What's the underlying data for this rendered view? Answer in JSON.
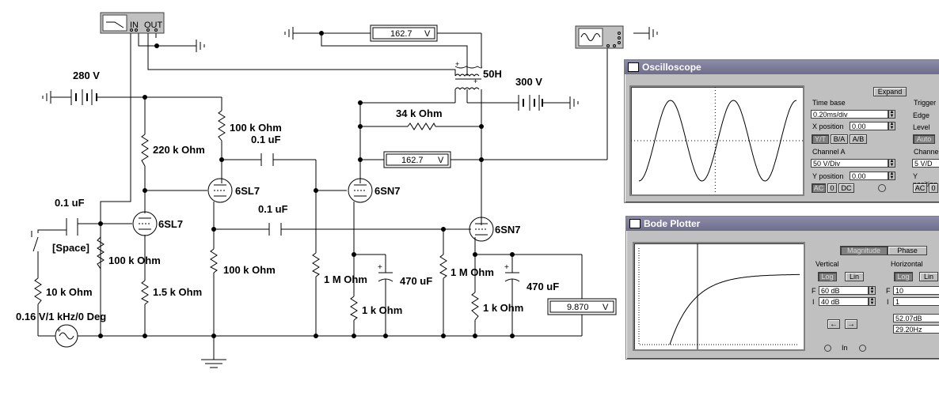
{
  "circuit": {
    "labels": {
      "v280": "280 V",
      "v300": "300 V",
      "r_220k": "220 k Ohm",
      "r_100k_a": "100 k Ohm",
      "c_01_a": "0.1 uF",
      "c_01_b": "0.1 uF",
      "c_01_c": "0.1 uF",
      "r_34k": "34 k Ohm",
      "inductor": "50H",
      "tube1": "6SL7",
      "tube2": "6SL7",
      "tube3": "6SN7",
      "tube4": "6SN7",
      "r_100k_b": "100 k Ohm",
      "r_100k_c": "100 k Ohm",
      "r_1k5": "1.5 k Ohm",
      "r_10k": "10 k Ohm",
      "source": "0.16 V/1 kHz/0 Deg",
      "switch_key": "[Space]",
      "r_1M_a": "1 M Ohm",
      "r_1M_b": "1 M Ohm",
      "r_1k_a": "1 k Ohm",
      "r_1k_b": "1 k Ohm",
      "c_470_a": "470 uF",
      "c_470_b": "470 uF"
    },
    "meters": {
      "top": "162.7",
      "mid": "162.7",
      "out": "9.870",
      "unit": "V"
    },
    "bode_instrument": {
      "in": "IN",
      "out": "OUT"
    }
  },
  "oscilloscope": {
    "title": "Oscilloscope",
    "expand": "Expand",
    "timebase": {
      "title": "Time base",
      "value": "0.20ms/div",
      "xpos_label": "X position",
      "xpos_value": "0.00",
      "modes": [
        "Y/T",
        "B/A",
        "A/B"
      ]
    },
    "trigger": {
      "title": "Trigger",
      "edge": "Edge",
      "level": "Level",
      "auto": "Auto"
    },
    "channel_a": {
      "title": "Channel A",
      "value": "50 V/Div",
      "ypos_label": "Y position",
      "ypos_value": "0.00",
      "coupling": [
        "AC",
        "0",
        "DC"
      ]
    },
    "channel_b": {
      "title": "Channel",
      "value": "5 V/D",
      "ypos_label": "Y position",
      "coupling": [
        "AC",
        "0"
      ]
    },
    "trace": {
      "cycles": 2.5,
      "amplitude_fraction": 0.75
    }
  },
  "bode": {
    "title": "Bode Plotter",
    "magnitude": "Magnitude",
    "phase": "Phase",
    "vertical": {
      "title": "Vertical",
      "log": "Log",
      "lin": "Lin",
      "f_label": "F",
      "f_value": "60 dB",
      "i_label": "I",
      "i_value": "40 dB"
    },
    "horizontal": {
      "title": "Horizontal",
      "log": "Log",
      "lin": "Lin",
      "f_label": "F",
      "f_value": "10",
      "i_label": "I",
      "i_value": "1"
    },
    "readout": {
      "db": "52.07dB",
      "hz": "29.20Hz"
    },
    "in_label": "In"
  }
}
